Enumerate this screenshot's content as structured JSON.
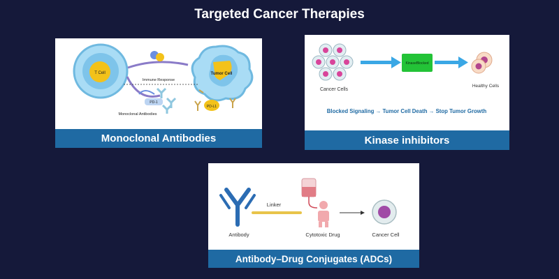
{
  "title": "Targeted Cancer Therapies",
  "colors": {
    "background": "#15193a",
    "caption_bar": "#1f6aa3",
    "cell_blue": "#7ec4ea",
    "nucleus_yellow": "#f3c21a",
    "kinase_green": "#23c337",
    "arrow_blue": "#3aa7e5",
    "linker_yellow": "#e8c44a",
    "drug_pink": "#f1a9ad",
    "cancer_purple": "#a04ba6"
  },
  "monoclonal": {
    "caption": "Monoclonal Antibodies",
    "t_cell_label": "T Cell",
    "tumor_cell_label": "Tumor Cell",
    "immune_response_label": "Immune Response",
    "pd1_label": "PD-1",
    "antibodies_label": "Monoclonal Antibodies",
    "pdl1_label": "PD-L1"
  },
  "kinase": {
    "caption": "Kinase inhibitors",
    "cancer_cells_label": "Cancer Cells",
    "kinase_box_label": "KinaseBlocked",
    "healthy_cells_label": "Healthy Cells",
    "flow_text": "Blocked Signaling → Tumor Cell Death → Stop Tumor Growth"
  },
  "adc": {
    "caption": "Antibody–Drug Conjugates (ADCs)",
    "linker_label": "Linker",
    "antibody_label": "Antibody",
    "drug_label": "Cytotoxic Drug",
    "cancer_cell_label": "Cancer Cell"
  }
}
